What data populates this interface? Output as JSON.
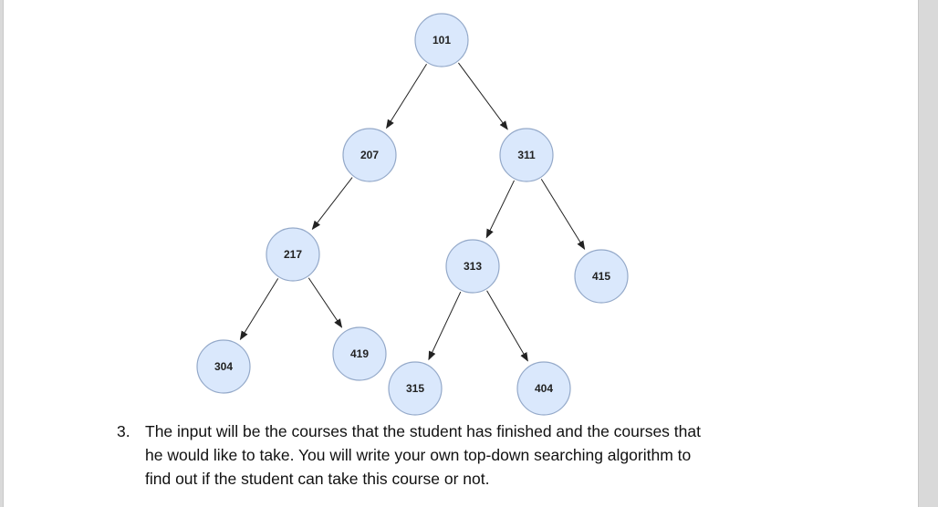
{
  "tree": {
    "nodes": [
      {
        "id": "n101",
        "label": "101"
      },
      {
        "id": "n207",
        "label": "207"
      },
      {
        "id": "n311",
        "label": "311"
      },
      {
        "id": "n217",
        "label": "217"
      },
      {
        "id": "n313",
        "label": "313"
      },
      {
        "id": "n415",
        "label": "415"
      },
      {
        "id": "n304",
        "label": "304"
      },
      {
        "id": "n419",
        "label": "419"
      },
      {
        "id": "n315",
        "label": "315"
      },
      {
        "id": "n404",
        "label": "404"
      }
    ],
    "edges": [
      [
        "n101",
        "n207"
      ],
      [
        "n101",
        "n311"
      ],
      [
        "n207",
        "n217"
      ],
      [
        "n311",
        "n313"
      ],
      [
        "n311",
        "n415"
      ],
      [
        "n217",
        "n304"
      ],
      [
        "n217",
        "n419"
      ],
      [
        "n313",
        "n315"
      ],
      [
        "n313",
        "n404"
      ]
    ]
  },
  "paragraph": {
    "number": "3.",
    "lines": [
      "The input will be the courses that the student has finished and the courses that",
      "he would like to take. You will write your own top-down searching algorithm to",
      "find out if the student can take this course or not."
    ]
  }
}
